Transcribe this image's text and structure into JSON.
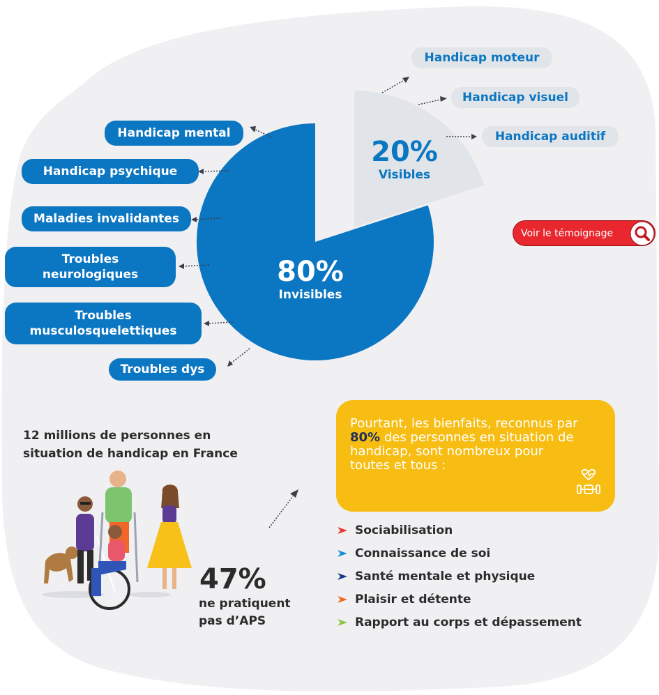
{
  "chart_data": {
    "type": "pie",
    "slices": [
      {
        "label": "Visibles",
        "value": 20,
        "value_label": "20%",
        "color": "#e1e4e8",
        "text_color": "#0b76c2"
      },
      {
        "label": "Invisibles",
        "value": 80,
        "value_label": "80%",
        "color": "#0b76c2",
        "text_color": "#ffffff"
      }
    ]
  },
  "visible_types": [
    "Handicap moteur",
    "Handicap visuel",
    "Handicap auditif"
  ],
  "invisible_types": [
    "Handicap mental",
    "Handicap psychique",
    "Maladies invalidantes",
    "Troubles neurologiques",
    "Troubles musculosquelettiques",
    "Troubles dys"
  ],
  "cta": {
    "label": "Voir le témoignage",
    "icon": "search-icon"
  },
  "intro": "12 millions de personnes en situation de handicap en France",
  "illustration": "people-with-disabilities-illustration",
  "stat": {
    "value": "47%",
    "label": "ne pratiquent pas d’APS"
  },
  "benefits_box": {
    "text_before": "Pourtant, les bienfaits, reconnus par ",
    "highlight": "80%",
    "text_after": " des personnes en situation de handicap, sont nombreux pour toutes et tous  :",
    "icon": "heart-dumbbell-icon"
  },
  "benefits": [
    {
      "label": "Sociabilisation",
      "color": "#e8382f"
    },
    {
      "label": "Connaissance de soi",
      "color": "#1c8fd6"
    },
    {
      "label": "Santé mentale et physique",
      "color": "#1f3a8a"
    },
    {
      "label": "Plaisir et détente",
      "color": "#f26a1b"
    },
    {
      "label": "Rapport au corps et dépassement",
      "color": "#8cc63f"
    }
  ],
  "colors": {
    "background_blob": "#f0f0f3",
    "primary_blue": "#0b76c2",
    "pill_grey": "#e1e4e8",
    "yellow": "#f7bd12",
    "cta_red": "#e8282e"
  }
}
